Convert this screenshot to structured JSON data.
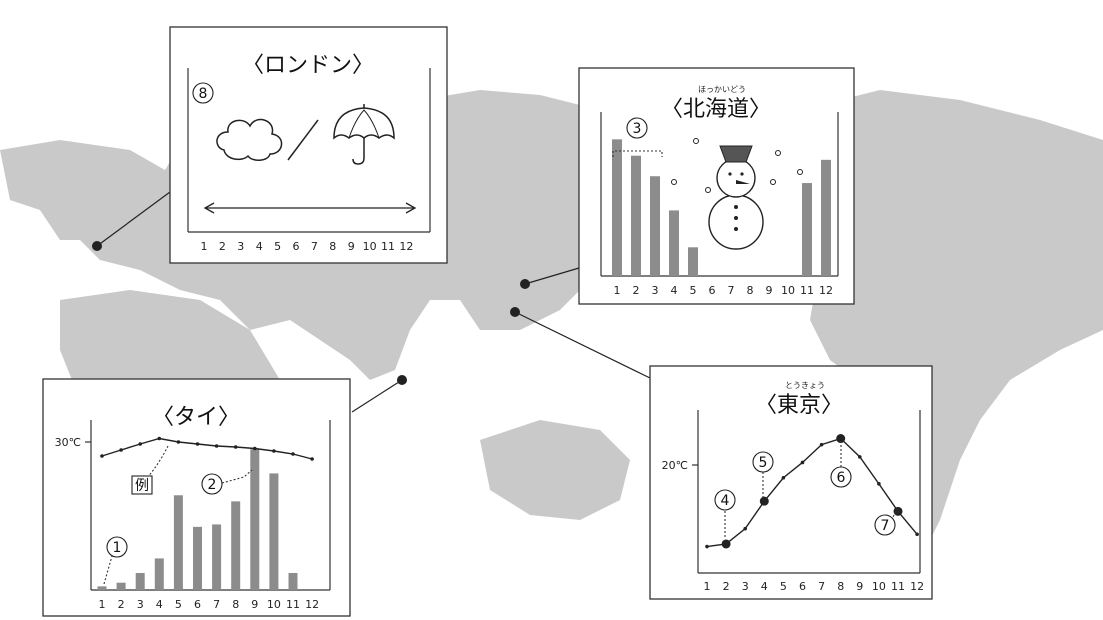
{
  "panels": {
    "london": {
      "title": "〈ロンドン〉",
      "months": [
        "1",
        "2",
        "3",
        "4",
        "5",
        "6",
        "7",
        "8",
        "9",
        "10",
        "11",
        "12"
      ],
      "marker": "8"
    },
    "hokkaido": {
      "title": "〈北海道〉",
      "ruby": "ほっかいどう",
      "months": [
        "1",
        "2",
        "3",
        "4",
        "5",
        "6",
        "7",
        "8",
        "9",
        "10",
        "11",
        "12"
      ],
      "marker": "3"
    },
    "thai": {
      "title": "〈タイ〉",
      "ytick": "30℃",
      "example_label": "例",
      "months": [
        "1",
        "2",
        "3",
        "4",
        "5",
        "6",
        "7",
        "8",
        "9",
        "10",
        "11",
        "12"
      ],
      "markers": [
        "1",
        "2"
      ]
    },
    "tokyo": {
      "title": "〈東京〉",
      "ruby": "とうきょう",
      "ytick": "20℃",
      "months": [
        "1",
        "2",
        "3",
        "4",
        "5",
        "6",
        "7",
        "8",
        "9",
        "10",
        "11",
        "12"
      ],
      "markers": [
        "4",
        "5",
        "6",
        "7"
      ]
    }
  },
  "chart_data": [
    {
      "type": "bar",
      "panel": "hokkaido",
      "categories": [
        "1",
        "2",
        "3",
        "4",
        "5",
        "6",
        "7",
        "8",
        "9",
        "10",
        "11",
        "12"
      ],
      "values": [
        10,
        8.8,
        7.3,
        4.8,
        2.1,
        0,
        0,
        0,
        0,
        0,
        6.8,
        8.5
      ],
      "ylim": [
        0,
        12
      ]
    },
    {
      "type": "bar",
      "panel": "thai",
      "categories": [
        "1",
        "2",
        "3",
        "4",
        "5",
        "6",
        "7",
        "8",
        "9",
        "10",
        "11",
        "12"
      ],
      "values": [
        0.3,
        0.6,
        1.4,
        2.6,
        7.8,
        5.2,
        5.4,
        7.3,
        11.6,
        9.6,
        1.4,
        0
      ],
      "ylim": [
        0,
        14
      ]
    },
    {
      "type": "line",
      "panel": "thai",
      "x": [
        "1",
        "2",
        "3",
        "4",
        "5",
        "6",
        "7",
        "8",
        "9",
        "10",
        "11",
        "12"
      ],
      "y": [
        26.8,
        28.0,
        29.2,
        30.3,
        29.6,
        29.2,
        28.8,
        28.6,
        28.3,
        27.8,
        27.2,
        26.2
      ],
      "ylim": [
        0,
        34
      ]
    },
    {
      "type": "line",
      "panel": "tokyo",
      "x": [
        "1",
        "2",
        "3",
        "4",
        "5",
        "6",
        "7",
        "8",
        "9",
        "10",
        "11",
        "12"
      ],
      "y": [
        5.2,
        5.7,
        8.7,
        14.1,
        18.7,
        21.7,
        25.2,
        26.4,
        22.8,
        17.5,
        12.1,
        7.6
      ],
      "ylim": [
        0,
        32
      ]
    }
  ]
}
